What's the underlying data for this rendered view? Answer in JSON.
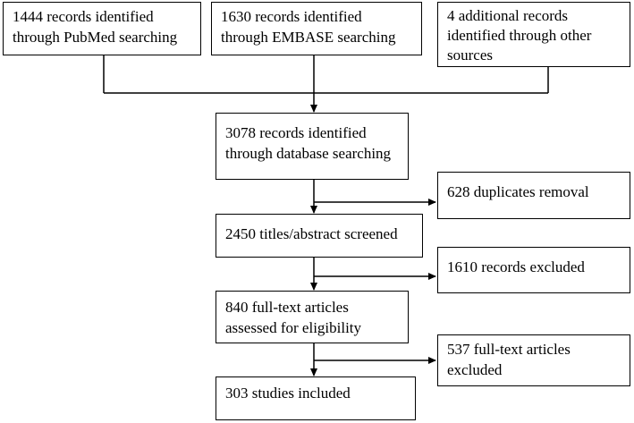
{
  "flowchart": {
    "sources": [
      {
        "lines": [
          "1444 records identified",
          "through PubMed searching"
        ]
      },
      {
        "lines": [
          "1630 records identified",
          "through EMBASE searching"
        ]
      },
      {
        "lines": [
          "4 additional records",
          "identified through other",
          "sources"
        ]
      }
    ],
    "steps": [
      {
        "lines": [
          "3078 records identified",
          "through database searching"
        ]
      },
      {
        "lines": [
          "2450 titles/abstract screened"
        ]
      },
      {
        "lines": [
          "840 full-text articles",
          "assessed for eligibility"
        ]
      },
      {
        "lines": [
          "303 studies included"
        ]
      }
    ],
    "exclusions": [
      {
        "lines": [
          "628 duplicates removal"
        ]
      },
      {
        "lines": [
          "1610 records excluded"
        ]
      },
      {
        "lines": [
          "537 full-text articles",
          "excluded"
        ]
      }
    ]
  }
}
